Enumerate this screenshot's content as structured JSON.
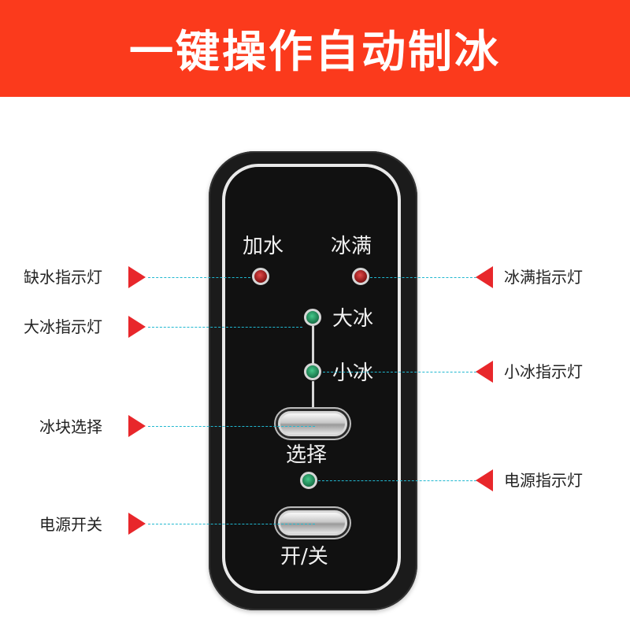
{
  "banner": {
    "title": "一键操作自动制冰"
  },
  "panel": {
    "labels": {
      "add_water": "加水",
      "ice_full": "冰满",
      "large_ice": "大冰",
      "small_ice": "小冰",
      "select": "选择",
      "power": "开/关"
    }
  },
  "callouts": {
    "low_water_light": "缺水指示灯",
    "large_ice_light": "大冰指示灯",
    "ice_size_select": "冰块选择",
    "power_switch": "电源开关",
    "ice_full_light": "冰满指示灯",
    "small_ice_light": "小冰指示灯",
    "power_light": "电源指示灯"
  },
  "colors": {
    "banner": "#fb3a1c",
    "arrow": "#e8272b",
    "leader_line": "#21b8d0",
    "led_red": "#c62a2a",
    "led_green": "#2aa86a"
  }
}
